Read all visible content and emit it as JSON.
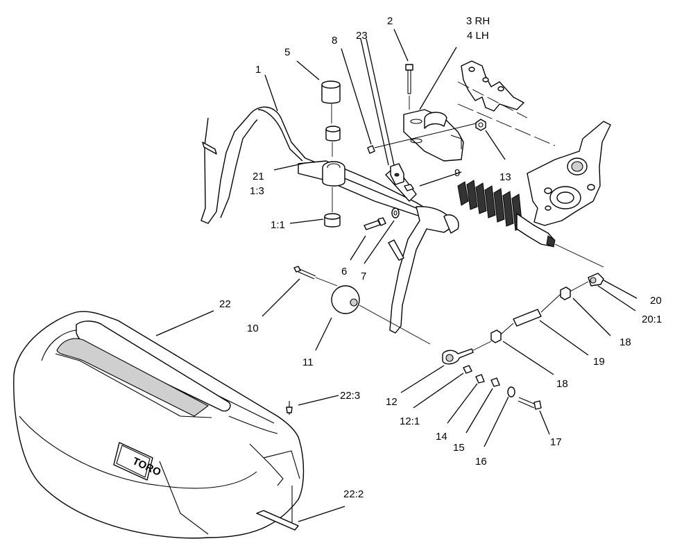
{
  "diagram": {
    "callouts": {
      "c1": "1",
      "c2": "2",
      "c3": "3 RH",
      "c4": "4 LH",
      "c5": "5",
      "c6": "6",
      "c7": "7",
      "c8": "8",
      "c9": "9",
      "c10": "10",
      "c11": "11",
      "c12": "12",
      "c12_1": "12:1",
      "c13": "13",
      "c14": "14",
      "c15": "15",
      "c16": "16",
      "c17": "17",
      "c18a": "18",
      "c18b": "18",
      "c19": "19",
      "c20": "20",
      "c20_1": "20:1",
      "c21": "21",
      "c1_3": "1:3",
      "c1_1": "1:1",
      "c22": "22",
      "c22_2": "22:2",
      "c22_3": "22:3",
      "c23": "23"
    },
    "logo_text": "TORO"
  }
}
